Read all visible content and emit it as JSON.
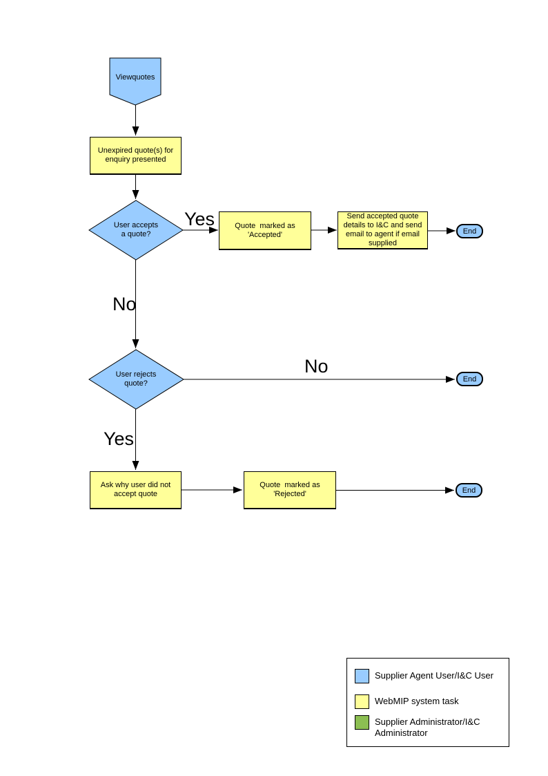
{
  "flowchart": {
    "start": {
      "label": "Viewquotes",
      "type": "off-page-connector",
      "color": "#99CCFF"
    },
    "present": {
      "label": "Unexpired quote(s) for enquiry presented",
      "type": "process",
      "color": "#FFFF99"
    },
    "decision_accept": {
      "label": "User accepts a quote?",
      "type": "decision",
      "color": "#99CCFF"
    },
    "accepted": {
      "label": "Quote  marked as 'Accepted'",
      "type": "process",
      "color": "#FFFF99"
    },
    "send_details": {
      "label": "Send accepted quote details to I&C and send email to agent if email supplied",
      "type": "process",
      "color": "#FFFF99"
    },
    "decision_reject": {
      "label": "User rejects quote?",
      "type": "decision",
      "color": "#99CCFF"
    },
    "ask_why": {
      "label": "Ask why user did not accept quote",
      "type": "process",
      "color": "#FFFF99"
    },
    "rejected": {
      "label": "Quote  marked as 'Rejected'",
      "type": "process",
      "color": "#FFFF99"
    },
    "end_label": "End",
    "edge_labels": {
      "accept_yes": "Yes",
      "accept_no": "No",
      "reject_no": "No",
      "reject_yes": "Yes"
    }
  },
  "legend": {
    "items": [
      {
        "label": "Supplier Agent User/I&C User",
        "color": "#99CCFF"
      },
      {
        "label": "WebMIP system task",
        "color": "#FFFF99"
      },
      {
        "label": "Supplier Administrator/I&C Administrator",
        "color": "#8CBF52"
      }
    ]
  },
  "colors": {
    "actor_shape": "#99CCFF",
    "system_task": "#FFFF99",
    "admin_shape": "#8CBF52",
    "line": "#000000",
    "background": "#FFFFFF"
  }
}
